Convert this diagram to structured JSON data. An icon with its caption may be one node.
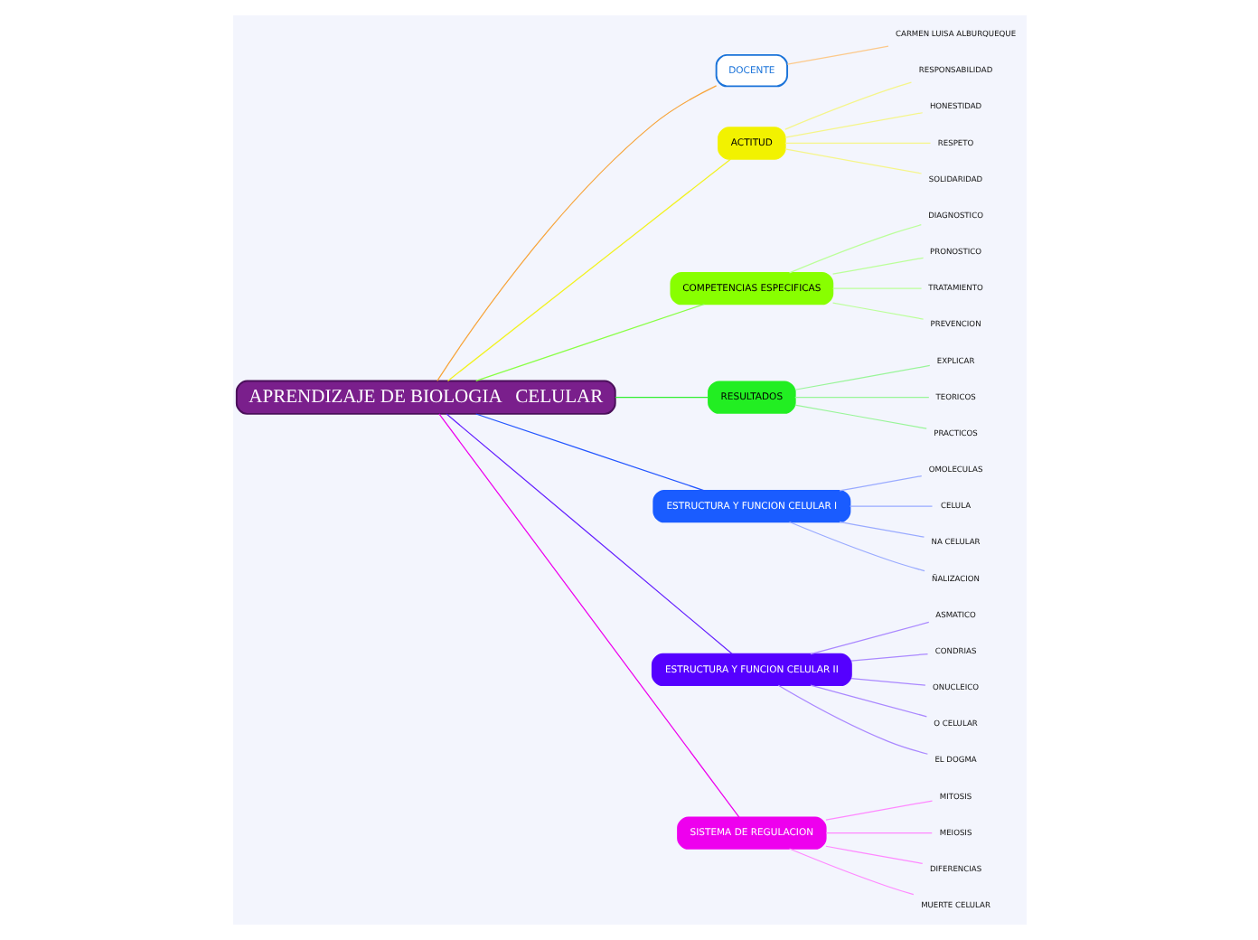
{
  "diagram": {
    "nodes": [
      {
        "text": [
          "APRENDIZAJE DE BIOLOGIA   CELULAR"
        ]
      },
      {
        "text": [
          "DOCENTE"
        ]
      },
      {
        "text": [
          "CARMEN LUISA ALBURQUEQUE"
        ]
      },
      {
        "text": [
          "ACTITUD"
        ]
      },
      {
        "text": [
          "RESPONSABILIDAD"
        ]
      },
      {
        "text": [
          "HONESTIDAD"
        ]
      },
      {
        "text": [
          "RESPETO"
        ]
      },
      {
        "text": [
          "SOLIDARIDAD"
        ]
      },
      {
        "text": [
          "COMPETENCIAS ESPECIFICAS"
        ]
      },
      {
        "text": [
          "DIAGNOSTICO"
        ]
      },
      {
        "text": [
          "PRONOSTICO"
        ]
      },
      {
        "text": [
          "TRATAMIENTO"
        ]
      },
      {
        "text": [
          "PREVENCION"
        ]
      },
      {
        "text": [
          "RESULTADOS"
        ]
      },
      {
        "text": [
          "EXPLICAR"
        ]
      },
      {
        "text": [
          "TEORICOS"
        ]
      },
      {
        "text": [
          "PRACTICOS"
        ]
      },
      {
        "text": [
          "ESTRUCTURA Y FUNCION CELULAR I"
        ]
      },
      {
        "text": [
          "OMOLECULAS"
        ]
      },
      {
        "text": [
          "CELULA"
        ]
      },
      {
        "text": [
          "NA CELULAR"
        ]
      },
      {
        "text": [
          "ÑALIZACION"
        ]
      },
      {
        "text": [
          "ESTRUCTURA Y FUNCION CELULAR II"
        ]
      },
      {
        "text": [
          "ASMATICO"
        ]
      },
      {
        "text": [
          "CONDRIAS"
        ]
      },
      {
        "text": [
          "ONUCLEICO"
        ]
      },
      {
        "text": [
          "O CELULAR"
        ]
      },
      {
        "text": [
          "EL DOGMA"
        ]
      },
      {
        "text": [
          "SISTEMA DE REGULACION"
        ]
      },
      {
        "text": [
          "MITOSIS"
        ]
      },
      {
        "text": [
          "MEIOSIS"
        ]
      },
      {
        "text": [
          "DIFERENCIAS"
        ]
      },
      {
        "text": [
          "MUERTE CELULAR"
        ]
      }
    ],
    "edges": [
      {
        "from": 0,
        "to": 1,
        "arrow": "none",
        "color": "#f7a43a"
      },
      {
        "from": 1,
        "to": 2,
        "arrow": "none",
        "color": "#fcc98a"
      },
      {
        "from": 0,
        "to": 3,
        "arrow": "none",
        "color": "#f2f21e"
      },
      {
        "from": 3,
        "to": 4,
        "arrow": "none",
        "color": "#f5f58a"
      },
      {
        "from": 3,
        "to": 5,
        "arrow": "none",
        "color": "#f5f58a"
      },
      {
        "from": 3,
        "to": 6,
        "arrow": "none",
        "color": "#f5f58a"
      },
      {
        "from": 3,
        "to": 7,
        "arrow": "none",
        "color": "#f5f58a"
      },
      {
        "from": 0,
        "to": 8,
        "arrow": "none",
        "color": "#88ff44"
      },
      {
        "from": 8,
        "to": 9,
        "arrow": "none",
        "color": "#bbff99"
      },
      {
        "from": 8,
        "to": 10,
        "arrow": "none",
        "color": "#bbff99"
      },
      {
        "from": 8,
        "to": 11,
        "arrow": "none",
        "color": "#bbff99"
      },
      {
        "from": 8,
        "to": 12,
        "arrow": "none",
        "color": "#bbff99"
      },
      {
        "from": 0,
        "to": 13,
        "arrow": "none",
        "color": "#33ee33"
      },
      {
        "from": 13,
        "to": 14,
        "arrow": "none",
        "color": "#99f599"
      },
      {
        "from": 13,
        "to": 15,
        "arrow": "none",
        "color": "#99f599"
      },
      {
        "from": 13,
        "to": 16,
        "arrow": "none",
        "color": "#99f599"
      },
      {
        "from": 0,
        "to": 17,
        "arrow": "none",
        "color": "#2255ff"
      },
      {
        "from": 17,
        "to": 18,
        "arrow": "none",
        "color": "#99aaff"
      },
      {
        "from": 17,
        "to": 19,
        "arrow": "none",
        "color": "#99aaff"
      },
      {
        "from": 17,
        "to": 20,
        "arrow": "none",
        "color": "#99aaff"
      },
      {
        "from": 17,
        "to": 21,
        "arrow": "none",
        "color": "#99aaff"
      },
      {
        "from": 0,
        "to": 22,
        "arrow": "none",
        "color": "#6622ff"
      },
      {
        "from": 22,
        "to": 23,
        "arrow": "none",
        "color": "#aa88ff"
      },
      {
        "from": 22,
        "to": 24,
        "arrow": "none",
        "color": "#aa88ff"
      },
      {
        "from": 22,
        "to": 25,
        "arrow": "none",
        "color": "#aa88ff"
      },
      {
        "from": 22,
        "to": 26,
        "arrow": "none",
        "color": "#aa88ff"
      },
      {
        "from": 22,
        "to": 27,
        "arrow": "none",
        "color": "#aa88ff"
      },
      {
        "from": 0,
        "to": 28,
        "arrow": "none",
        "color": "#ee00ee"
      },
      {
        "from": 28,
        "to": 29,
        "arrow": "none",
        "color": "#ff88ff"
      },
      {
        "from": 28,
        "to": 30,
        "arrow": "none",
        "color": "#ff88ff"
      },
      {
        "from": 28,
        "to": 31,
        "arrow": "none",
        "color": "#ff88ff"
      },
      {
        "from": 28,
        "to": 32,
        "arrow": "none",
        "color": "#ff88ff"
      }
    ]
  }
}
